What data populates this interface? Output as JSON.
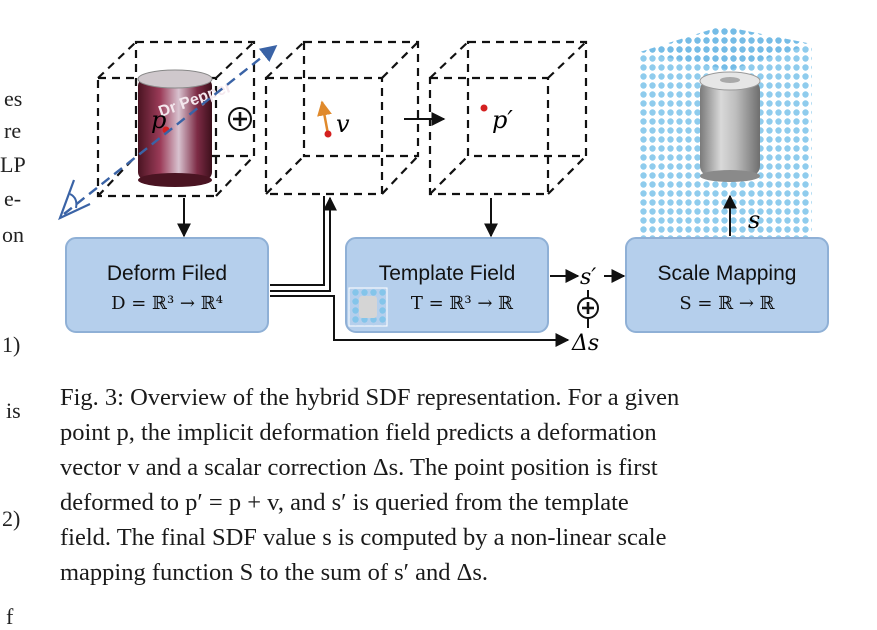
{
  "left_column_fragments": [
    "es",
    "re",
    "LP",
    "e-",
    "on",
    "1)",
    "is",
    "2)",
    "f"
  ],
  "boxes": {
    "deform": {
      "title": "Deform Filed",
      "formula": "D = ℝ³ → ℝ⁴"
    },
    "template": {
      "title": "Template Field",
      "formula": "T = ℝ³ → ℝ"
    },
    "scale": {
      "title": "Scale Mapping",
      "formula": "S = ℝ → ℝ"
    }
  },
  "labels": {
    "p": "p",
    "v": "v",
    "p_prime": "p′",
    "s_prime": "s′",
    "delta_s": "Δs",
    "s": "s",
    "can_brand": "Dr Pepper"
  },
  "caption": {
    "lines": [
      "Fig. 3: Overview of the hybrid SDF representation. For a given",
      "point p, the implicit deformation field predicts a deformation",
      "vector v and a scalar correction Δs. The point position is first",
      "deformed to p′ = p + v, and s′ is queried from the template",
      "field. The final SDF value s is computed by a non-linear scale",
      "mapping function S to the sum of s′ and Δs."
    ]
  },
  "colors": {
    "box_fill": "#b5cfec",
    "box_stroke": "#8fb0d6",
    "camera_ray": "#3a63a6",
    "point": "#d42020",
    "vector_arrow": "#e08a2c",
    "dots": "#7cc3ea"
  }
}
